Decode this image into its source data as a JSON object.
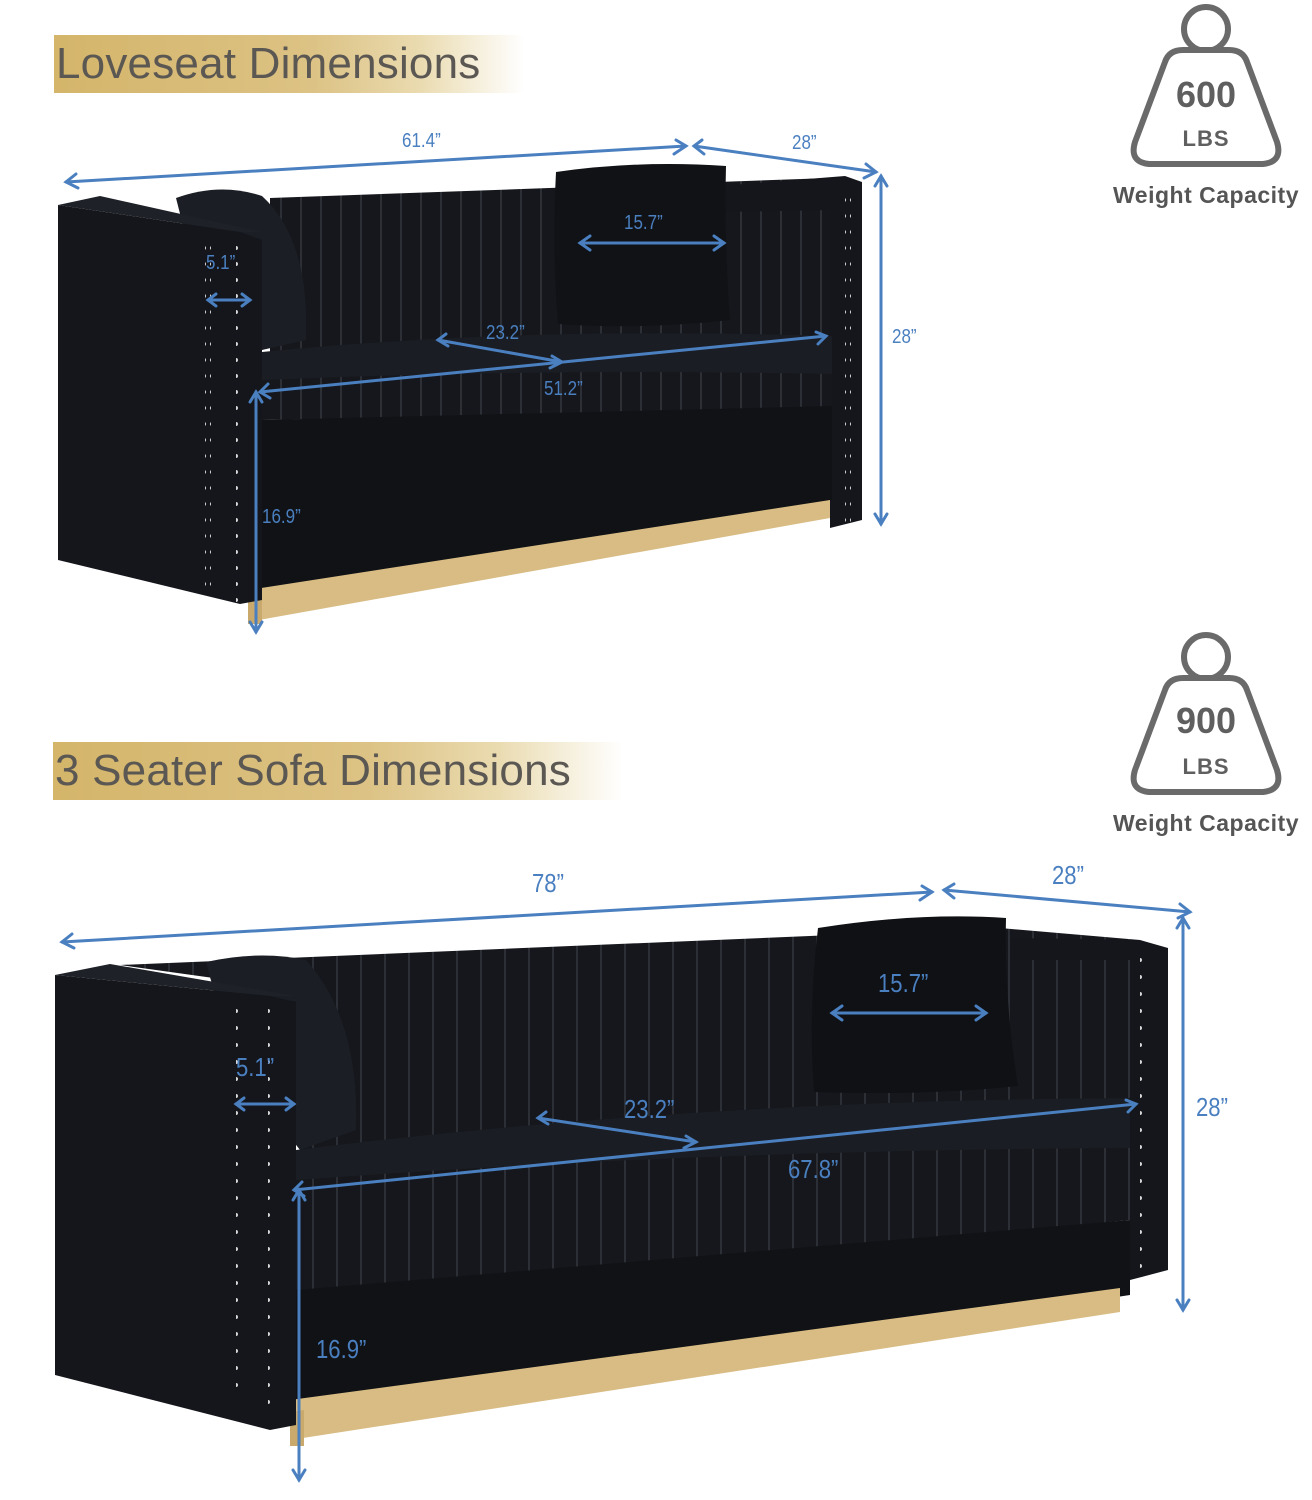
{
  "loveseat": {
    "title": "Loveseat Dimensions",
    "weight": {
      "value": "600",
      "unit": "LBS",
      "label": "Weight Capacity"
    },
    "dimensions": {
      "overall_width": "61.4”",
      "depth": "28”",
      "height": "28”",
      "pillow_width": "15.7”",
      "arm_width": "5.1”",
      "seat_depth": "23.2”",
      "seat_width": "51.2”",
      "seat_height": "16.9”"
    }
  },
  "sofa": {
    "title": "3 Seater Sofa Dimensions",
    "weight": {
      "value": "900",
      "unit": "LBS",
      "label": "Weight Capacity"
    },
    "dimensions": {
      "overall_width": "78”",
      "depth": "28”",
      "height": "28”",
      "pillow_width": "15.7”",
      "arm_width": "5.1”",
      "seat_depth": "23.2”",
      "seat_width": "67.8”",
      "seat_height": "16.9”"
    }
  },
  "colors": {
    "dimension_blue": "#4a7fc0",
    "banner_gold": "#d4b56a",
    "sofa_black": "#121419",
    "base_gold": "#d8bc84",
    "icon_gray": "#5f5f5f"
  }
}
